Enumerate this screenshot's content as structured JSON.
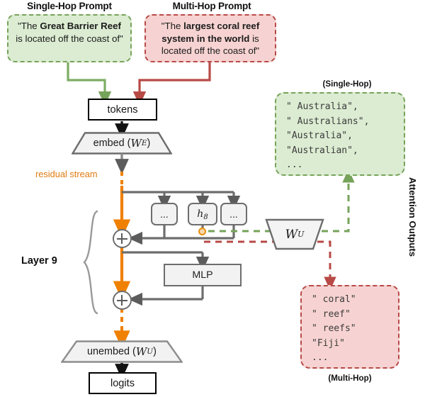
{
  "titles": {
    "single_hop": "Single-Hop Prompt",
    "multi_hop": "Multi-Hop Prompt",
    "attention_outputs": "Attention Outputs"
  },
  "prompts": {
    "single_hop": {
      "pre": "\"The ",
      "bold": "Great Barrier Reef",
      "post": " is located off the coast of\""
    },
    "multi_hop": {
      "pre": "\"The ",
      "bold": "largest coral reef system in the world",
      "post": " is located off the coast of\""
    }
  },
  "stack": {
    "tokens": "tokens",
    "embed": "embed (",
    "embed_var": "W",
    "embed_sub": "E",
    "embed_close": ")",
    "residual_stream": "residual stream",
    "heads": [
      "...",
      "h",
      "..."
    ],
    "head_mid_sub": "8",
    "mlp": "MLP",
    "layer": "Layer 9",
    "unembed": "unembed (",
    "unembed_var": "W",
    "unembed_sub": "U",
    "unembed_close": ")",
    "logits": "logits",
    "wu_var": "W",
    "wu_sub": "U"
  },
  "outputs": {
    "single_hop": {
      "caption": "(Single-Hop)",
      "lines": [
        "\" Australia\",",
        "\" Australians\",",
        "\"Australia\",",
        "\"Australian\",",
        "..."
      ]
    },
    "multi_hop": {
      "caption": "(Multi-Hop)",
      "lines": [
        "\" coral\"",
        "\" reef\"",
        "\" reefs\"",
        "\"Fiji\"",
        "..."
      ]
    }
  },
  "colors": {
    "green": "#76a35a",
    "green_fill": "#dcecd2",
    "red": "#b84a46",
    "red_fill": "#f6d3d2",
    "orange": "#f08000",
    "gray": "#6d6d6d"
  }
}
